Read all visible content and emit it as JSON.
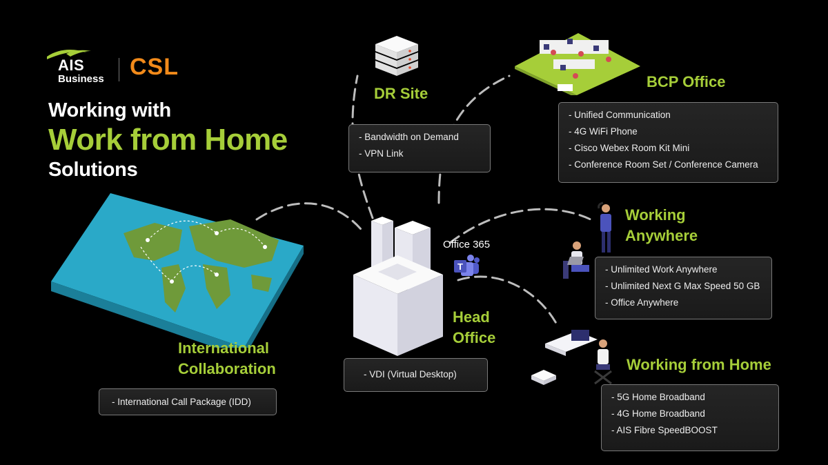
{
  "brand": {
    "ais": "AIS",
    "business": "Business",
    "csl": "CSL"
  },
  "headline": {
    "line1": "Working with",
    "line2": "Work from Home",
    "line3": "Solutions"
  },
  "nodes": {
    "dr_site": {
      "title": "DR Site",
      "items": [
        "- Bandwidth on Demand",
        "- VPN Link"
      ]
    },
    "bcp_office": {
      "title": "BCP Office",
      "items": [
        "- Unified Communication",
        "- 4G WiFi Phone",
        "- Cisco Webex Room Kit Mini",
        "- Conference Room Set / Conference Camera"
      ]
    },
    "working_anywhere": {
      "title_line1": "Working",
      "title_line2": "Anywhere",
      "items": [
        "- Unlimited Work Anywhere",
        "- Unlimited Next G Max Speed 50 GB",
        "- Office Anywhere"
      ]
    },
    "head_office": {
      "title_line1": "Head",
      "title_line2": "Office",
      "items": [
        "- VDI (Virtual Desktop)"
      ]
    },
    "working_from_home": {
      "title": "Working from Home",
      "items": [
        "- 5G Home Broadband",
        "- 4G Home Broadband",
        "- AIS Fibre SpeedBOOST"
      ]
    },
    "international": {
      "title_line1": "International",
      "title_line2": "Collaboration",
      "items": [
        "- International Call Package (IDD)"
      ]
    }
  },
  "office365_label": "Office 365",
  "colors": {
    "accent_green": "#a6ce39",
    "csl_orange": "#f28a1a",
    "background": "#000000",
    "box_border": "#7a7a7a"
  }
}
